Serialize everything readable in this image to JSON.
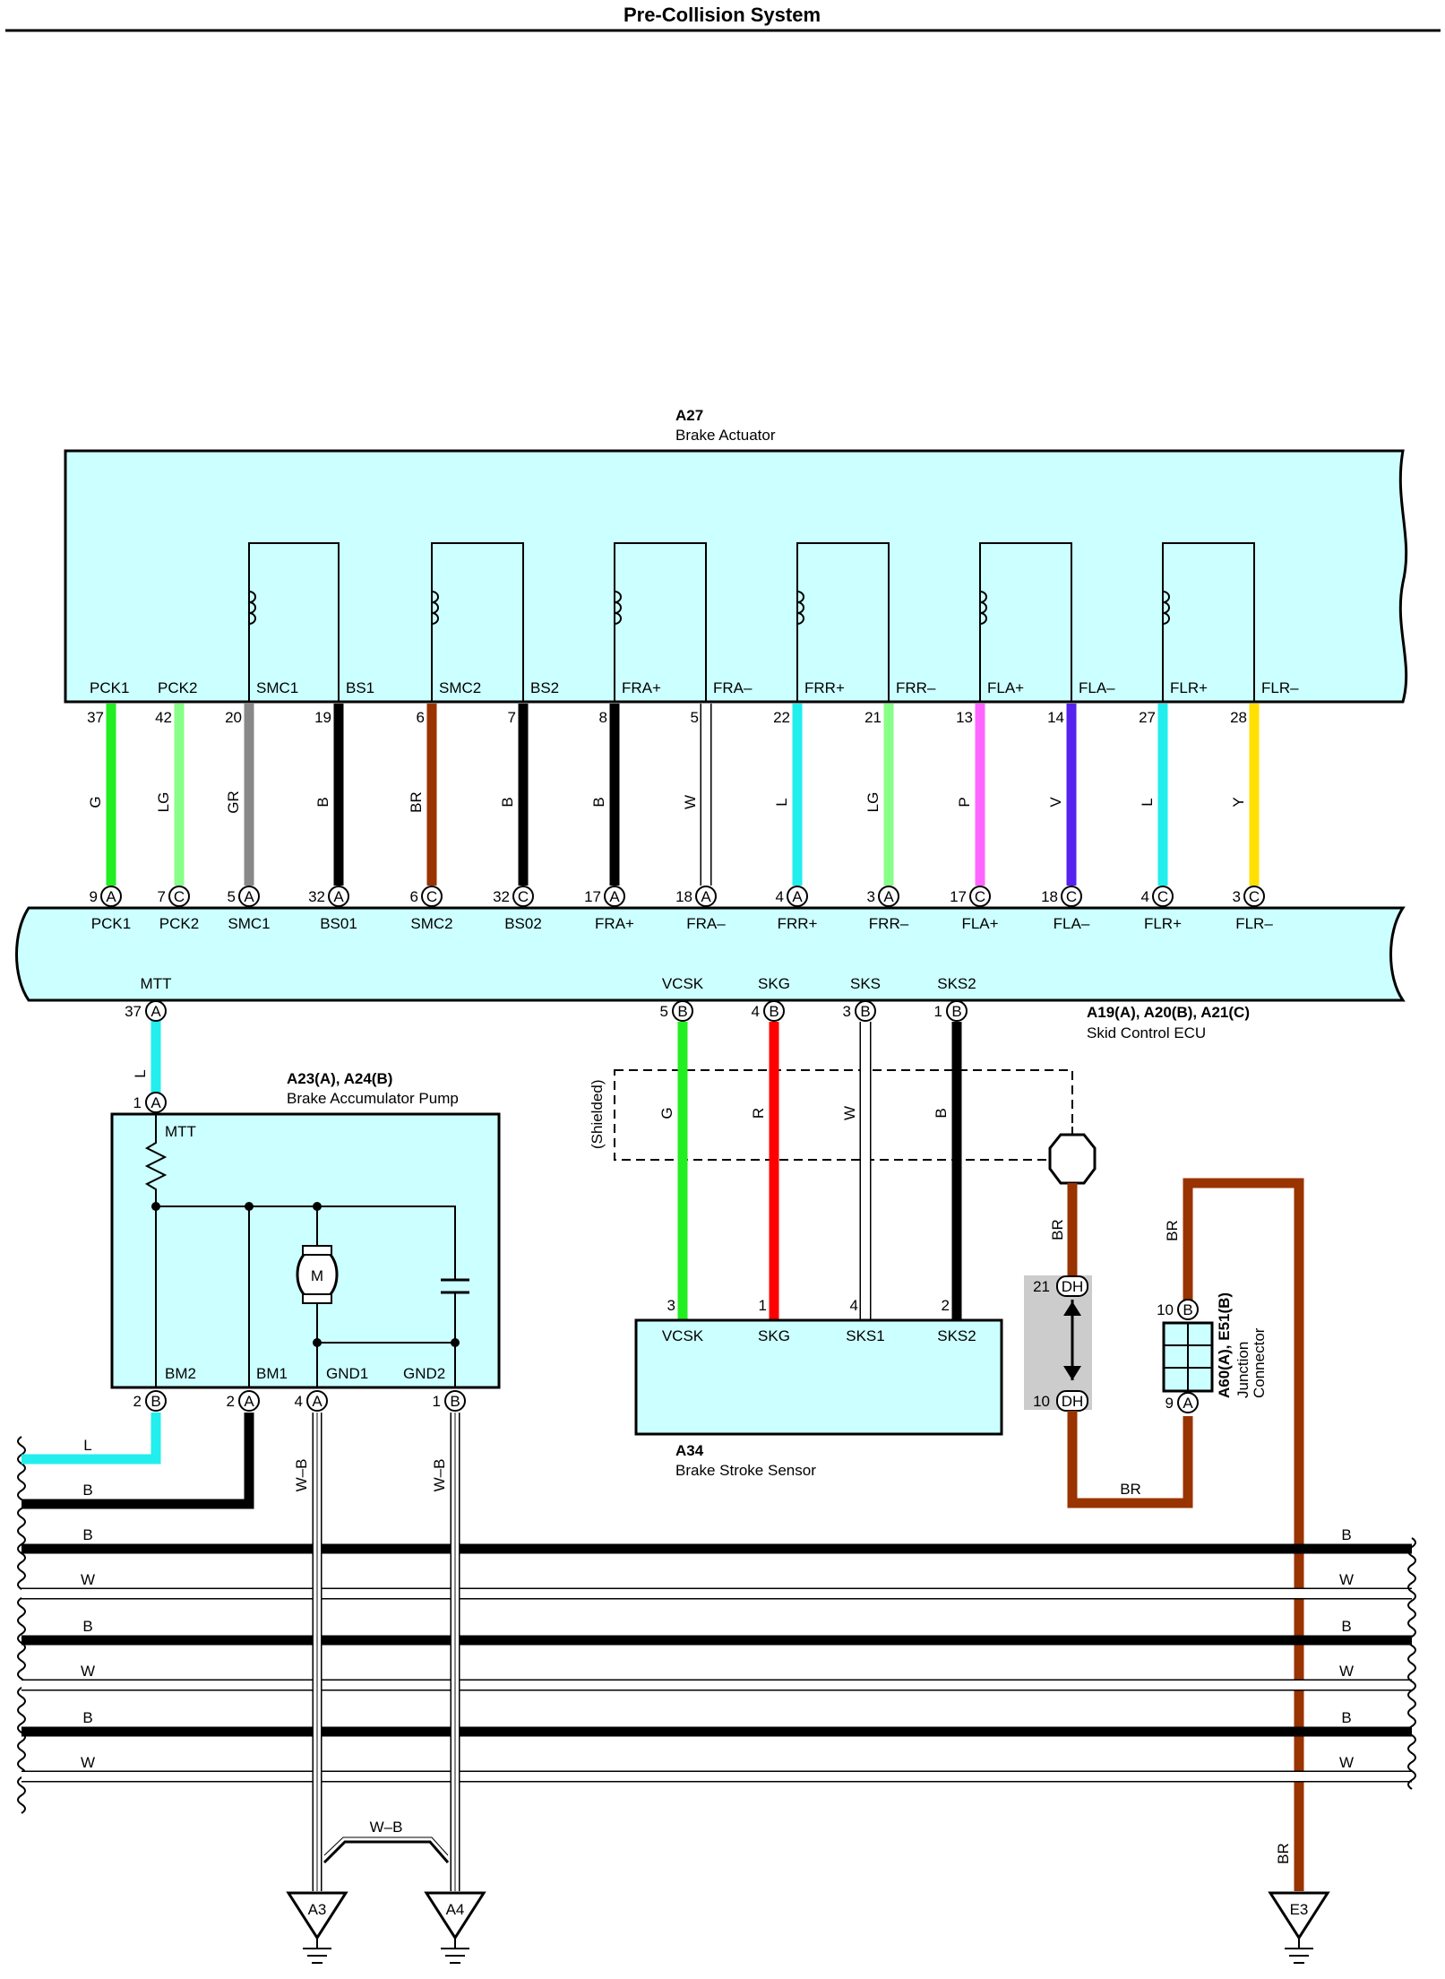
{
  "title": "Pre-Collision System",
  "colors": {
    "box_fill": "#ccffff",
    "G": "#22ee22",
    "LG": "#88ff88",
    "GR": "#888888",
    "B": "#000000",
    "BR": "#993300",
    "W": "#ffffff",
    "L": "#22eeee",
    "P": "#ff66ff",
    "V": "#5522ee",
    "Y": "#ffe000",
    "R": "#ff0000",
    "shield_bg": "#cccccc"
  },
  "actuator": {
    "code": "A27",
    "name": "Brake Actuator",
    "terminals": [
      {
        "label": "PCK1",
        "pin": "37",
        "wire": "G"
      },
      {
        "label": "PCK2",
        "pin": "42",
        "wire": "LG"
      },
      {
        "label": "SMC1",
        "pin": "20",
        "wire": "GR"
      },
      {
        "label": "BS1",
        "pin": "19",
        "wire": "B"
      },
      {
        "label": "SMC2",
        "pin": "6",
        "wire": "BR"
      },
      {
        "label": "BS2",
        "pin": "7",
        "wire": "B"
      },
      {
        "label": "FRA+",
        "pin": "8",
        "wire": "B"
      },
      {
        "label": "FRA–",
        "pin": "5",
        "wire": "W"
      },
      {
        "label": "FRR+",
        "pin": "22",
        "wire": "L"
      },
      {
        "label": "FRR–",
        "pin": "21",
        "wire": "LG"
      },
      {
        "label": "FLA+",
        "pin": "13",
        "wire": "P"
      },
      {
        "label": "FLA–",
        "pin": "14",
        "wire": "V"
      },
      {
        "label": "FLR+",
        "pin": "27",
        "wire": "L"
      },
      {
        "label": "FLR–",
        "pin": "28",
        "wire": "Y"
      }
    ]
  },
  "ecu": {
    "code": "A19(A), A20(B), A21(C)",
    "name": "Skid Control ECU",
    "top_terminals": [
      {
        "label": "PCK1",
        "pin": "9",
        "conn": "A"
      },
      {
        "label": "PCK2",
        "pin": "7",
        "conn": "C"
      },
      {
        "label": "SMC1",
        "pin": "5",
        "conn": "A"
      },
      {
        "label": "BS01",
        "pin": "32",
        "conn": "A"
      },
      {
        "label": "SMC2",
        "pin": "6",
        "conn": "C"
      },
      {
        "label": "BS02",
        "pin": "32",
        "conn": "C"
      },
      {
        "label": "FRA+",
        "pin": "17",
        "conn": "A"
      },
      {
        "label": "FRA–",
        "pin": "18",
        "conn": "A"
      },
      {
        "label": "FRR+",
        "pin": "4",
        "conn": "A"
      },
      {
        "label": "FRR–",
        "pin": "3",
        "conn": "A"
      },
      {
        "label": "FLA+",
        "pin": "17",
        "conn": "C"
      },
      {
        "label": "FLA–",
        "pin": "18",
        "conn": "C"
      },
      {
        "label": "FLR+",
        "pin": "4",
        "conn": "C"
      },
      {
        "label": "FLR–",
        "pin": "3",
        "conn": "C"
      }
    ],
    "bottom_terminals": [
      {
        "label": "MTT",
        "pin": "37",
        "conn": "A",
        "wire": "L"
      },
      {
        "label": "VCSK",
        "pin": "5",
        "conn": "B",
        "wire": "G"
      },
      {
        "label": "SKG",
        "pin": "4",
        "conn": "B",
        "wire": "R"
      },
      {
        "label": "SKS",
        "pin": "3",
        "conn": "B",
        "wire": "W"
      },
      {
        "label": "SKS2",
        "pin": "1",
        "conn": "B",
        "wire": "B"
      }
    ]
  },
  "pump": {
    "code": "A23(A), A24(B)",
    "name": "Brake Accumulator Pump",
    "mtt_label": "MTT",
    "mtt_pin": "1",
    "mtt_conn": "A",
    "mtt_wire": "L",
    "motor": "M",
    "terminals": [
      {
        "label": "BM2",
        "pin": "2",
        "conn": "B"
      },
      {
        "label": "BM1",
        "pin": "2",
        "conn": "A"
      },
      {
        "label": "GND1",
        "pin": "4",
        "conn": "A"
      },
      {
        "label": "GND2",
        "pin": "1",
        "conn": "B"
      }
    ]
  },
  "sensor": {
    "code": "A34",
    "name": "Brake Stroke Sensor",
    "terminals": [
      {
        "label": "VCSK",
        "pin": "3"
      },
      {
        "label": "SKG",
        "pin": "1"
      },
      {
        "label": "SKS1",
        "pin": "4"
      },
      {
        "label": "SKS2",
        "pin": "2"
      }
    ]
  },
  "shielded_label": "(Shielded)",
  "junction": {
    "code": "A60(A), E51(B)",
    "name_line1": "Junction",
    "name_line2": "Connector",
    "top_pin": "10",
    "top_conn": "B",
    "bottom_pin": "9",
    "bottom_conn": "A"
  },
  "dh_connector": {
    "top_pin": "21",
    "bottom_pin": "10",
    "label": "DH"
  },
  "bus_wires": {
    "left_L": "L",
    "left_B": "B",
    "rows": [
      "B",
      "W",
      "B",
      "W",
      "B",
      "W"
    ]
  },
  "ground_wire_label": "W–B",
  "br_label": "BR",
  "grounds": [
    "A3",
    "A4",
    "E3"
  ]
}
